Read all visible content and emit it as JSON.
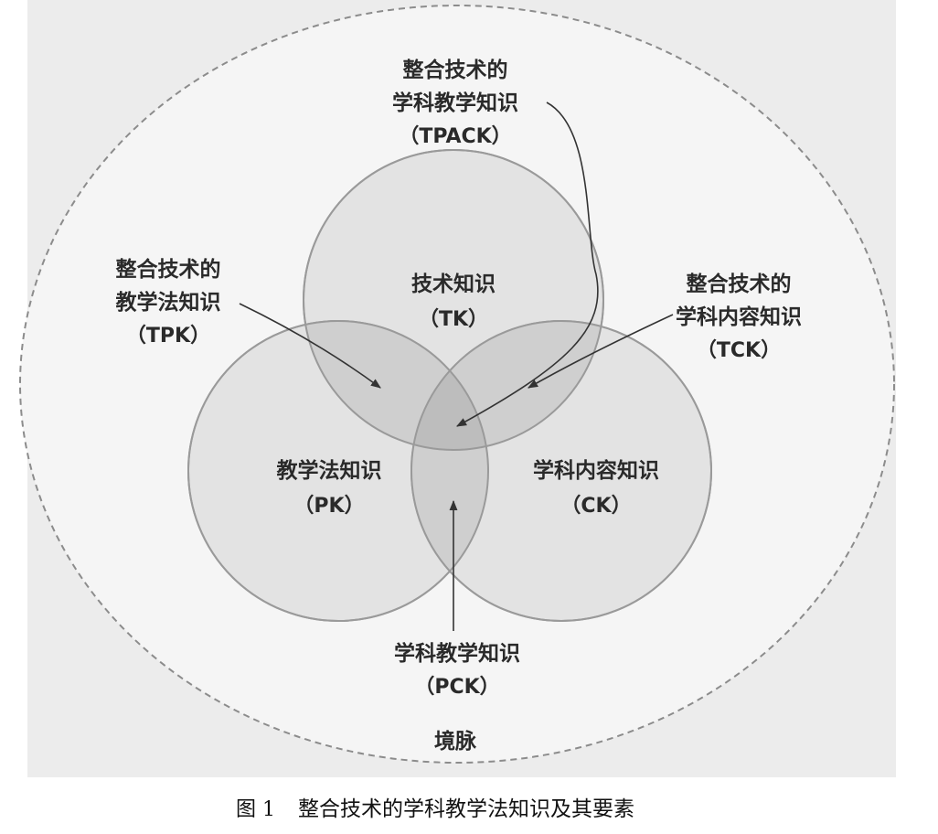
{
  "diagram": {
    "context_label": "境脉",
    "tpack": {
      "line1": "整合技术的",
      "line2": "学科教学知识",
      "line3": "（TPACK）"
    },
    "tpk": {
      "line1": "整合技术的",
      "line2": "教学法知识",
      "line3": "（TPK）"
    },
    "tck": {
      "line1": "整合技术的",
      "line2": "学科内容知识",
      "line3": "（TCK）"
    },
    "tk": {
      "line1": "技术知识",
      "line2": "（TK）"
    },
    "pk": {
      "line1": "教学法知识",
      "line2": "（PK）"
    },
    "ck": {
      "line1": "学科内容知识",
      "line2": "（CK）"
    },
    "pck": {
      "line1": "学科教学知识",
      "line2": "（PCK）"
    }
  },
  "caption": {
    "number": "图 1",
    "text": "整合技术的学科教学法知识及其要素"
  },
  "colors": {
    "background": "#ececec",
    "circle_fill": "#e3e3e3",
    "overlap_fill": "#cfcfcf",
    "center_fill": "#bdbdbd",
    "stroke": "#9a9a9a",
    "text": "#2a2a2a"
  }
}
